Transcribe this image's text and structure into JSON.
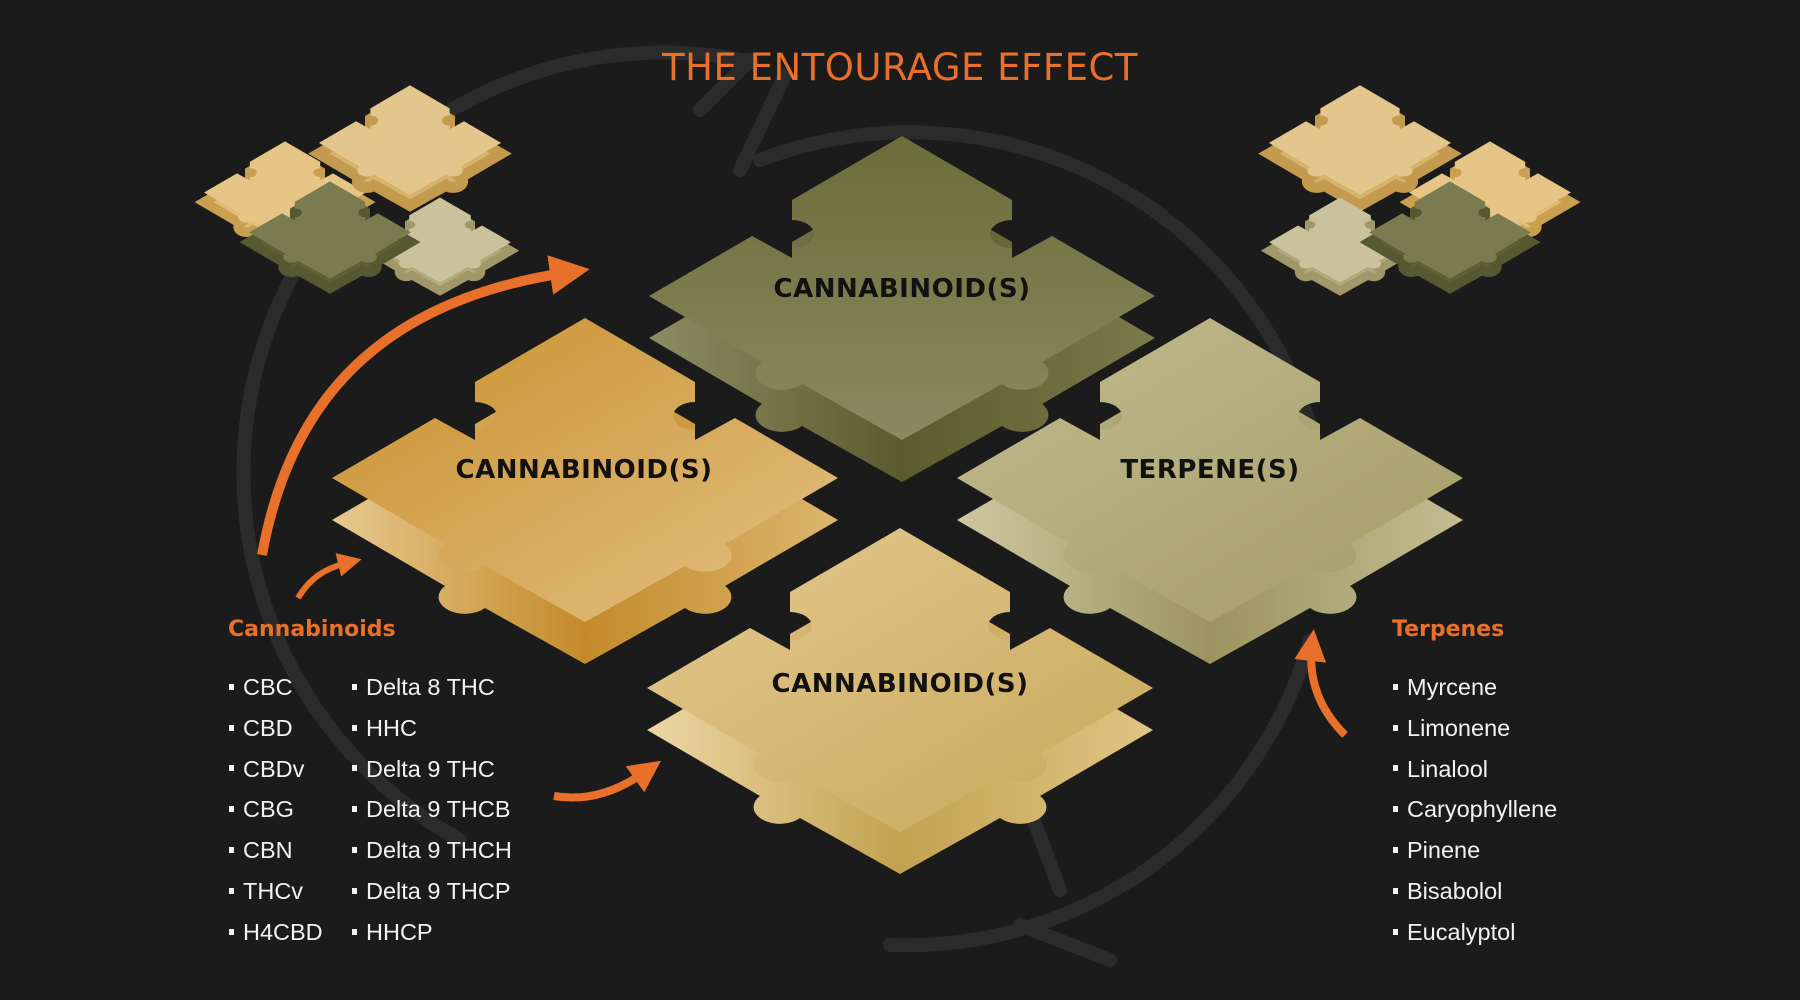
{
  "title": "THE ENTOURAGE EFFECT",
  "pieces": {
    "top": {
      "label": "CANNABINOID(S)",
      "color": "#6f7140"
    },
    "left": {
      "label": "CANNABINOID(S)",
      "color": "#d2a14a"
    },
    "right": {
      "label": "TERPENE(S)",
      "color": "#b5ae80"
    },
    "bottom": {
      "label": "CANNABINOID(S)",
      "color": "#d8b86c"
    }
  },
  "accent_color": "#e8702a",
  "cannabinoids": {
    "heading": "Cannabinoids",
    "column1": [
      "CBC",
      "CBD",
      "CBDv",
      "CBG",
      "CBN",
      "THCv",
      "H4CBD"
    ],
    "column2": [
      "Delta 8 THC",
      "HHC",
      "Delta 9 THC",
      "Delta 9 THCB",
      "Delta 9 THCH",
      "Delta 9 THCP",
      "HHCP"
    ]
  },
  "terpenes": {
    "heading": "Terpenes",
    "items": [
      "Myrcene",
      "Limonene",
      "Linalool",
      "Caryophyllene",
      "Pinene",
      "Bisabolol",
      "Eucalyptol"
    ]
  },
  "icons": {
    "cycle": "circular-cycle-arrows-icon",
    "arrows": "orange-curved-arrow-icon",
    "decor": "puzzle-cluster-icon"
  }
}
